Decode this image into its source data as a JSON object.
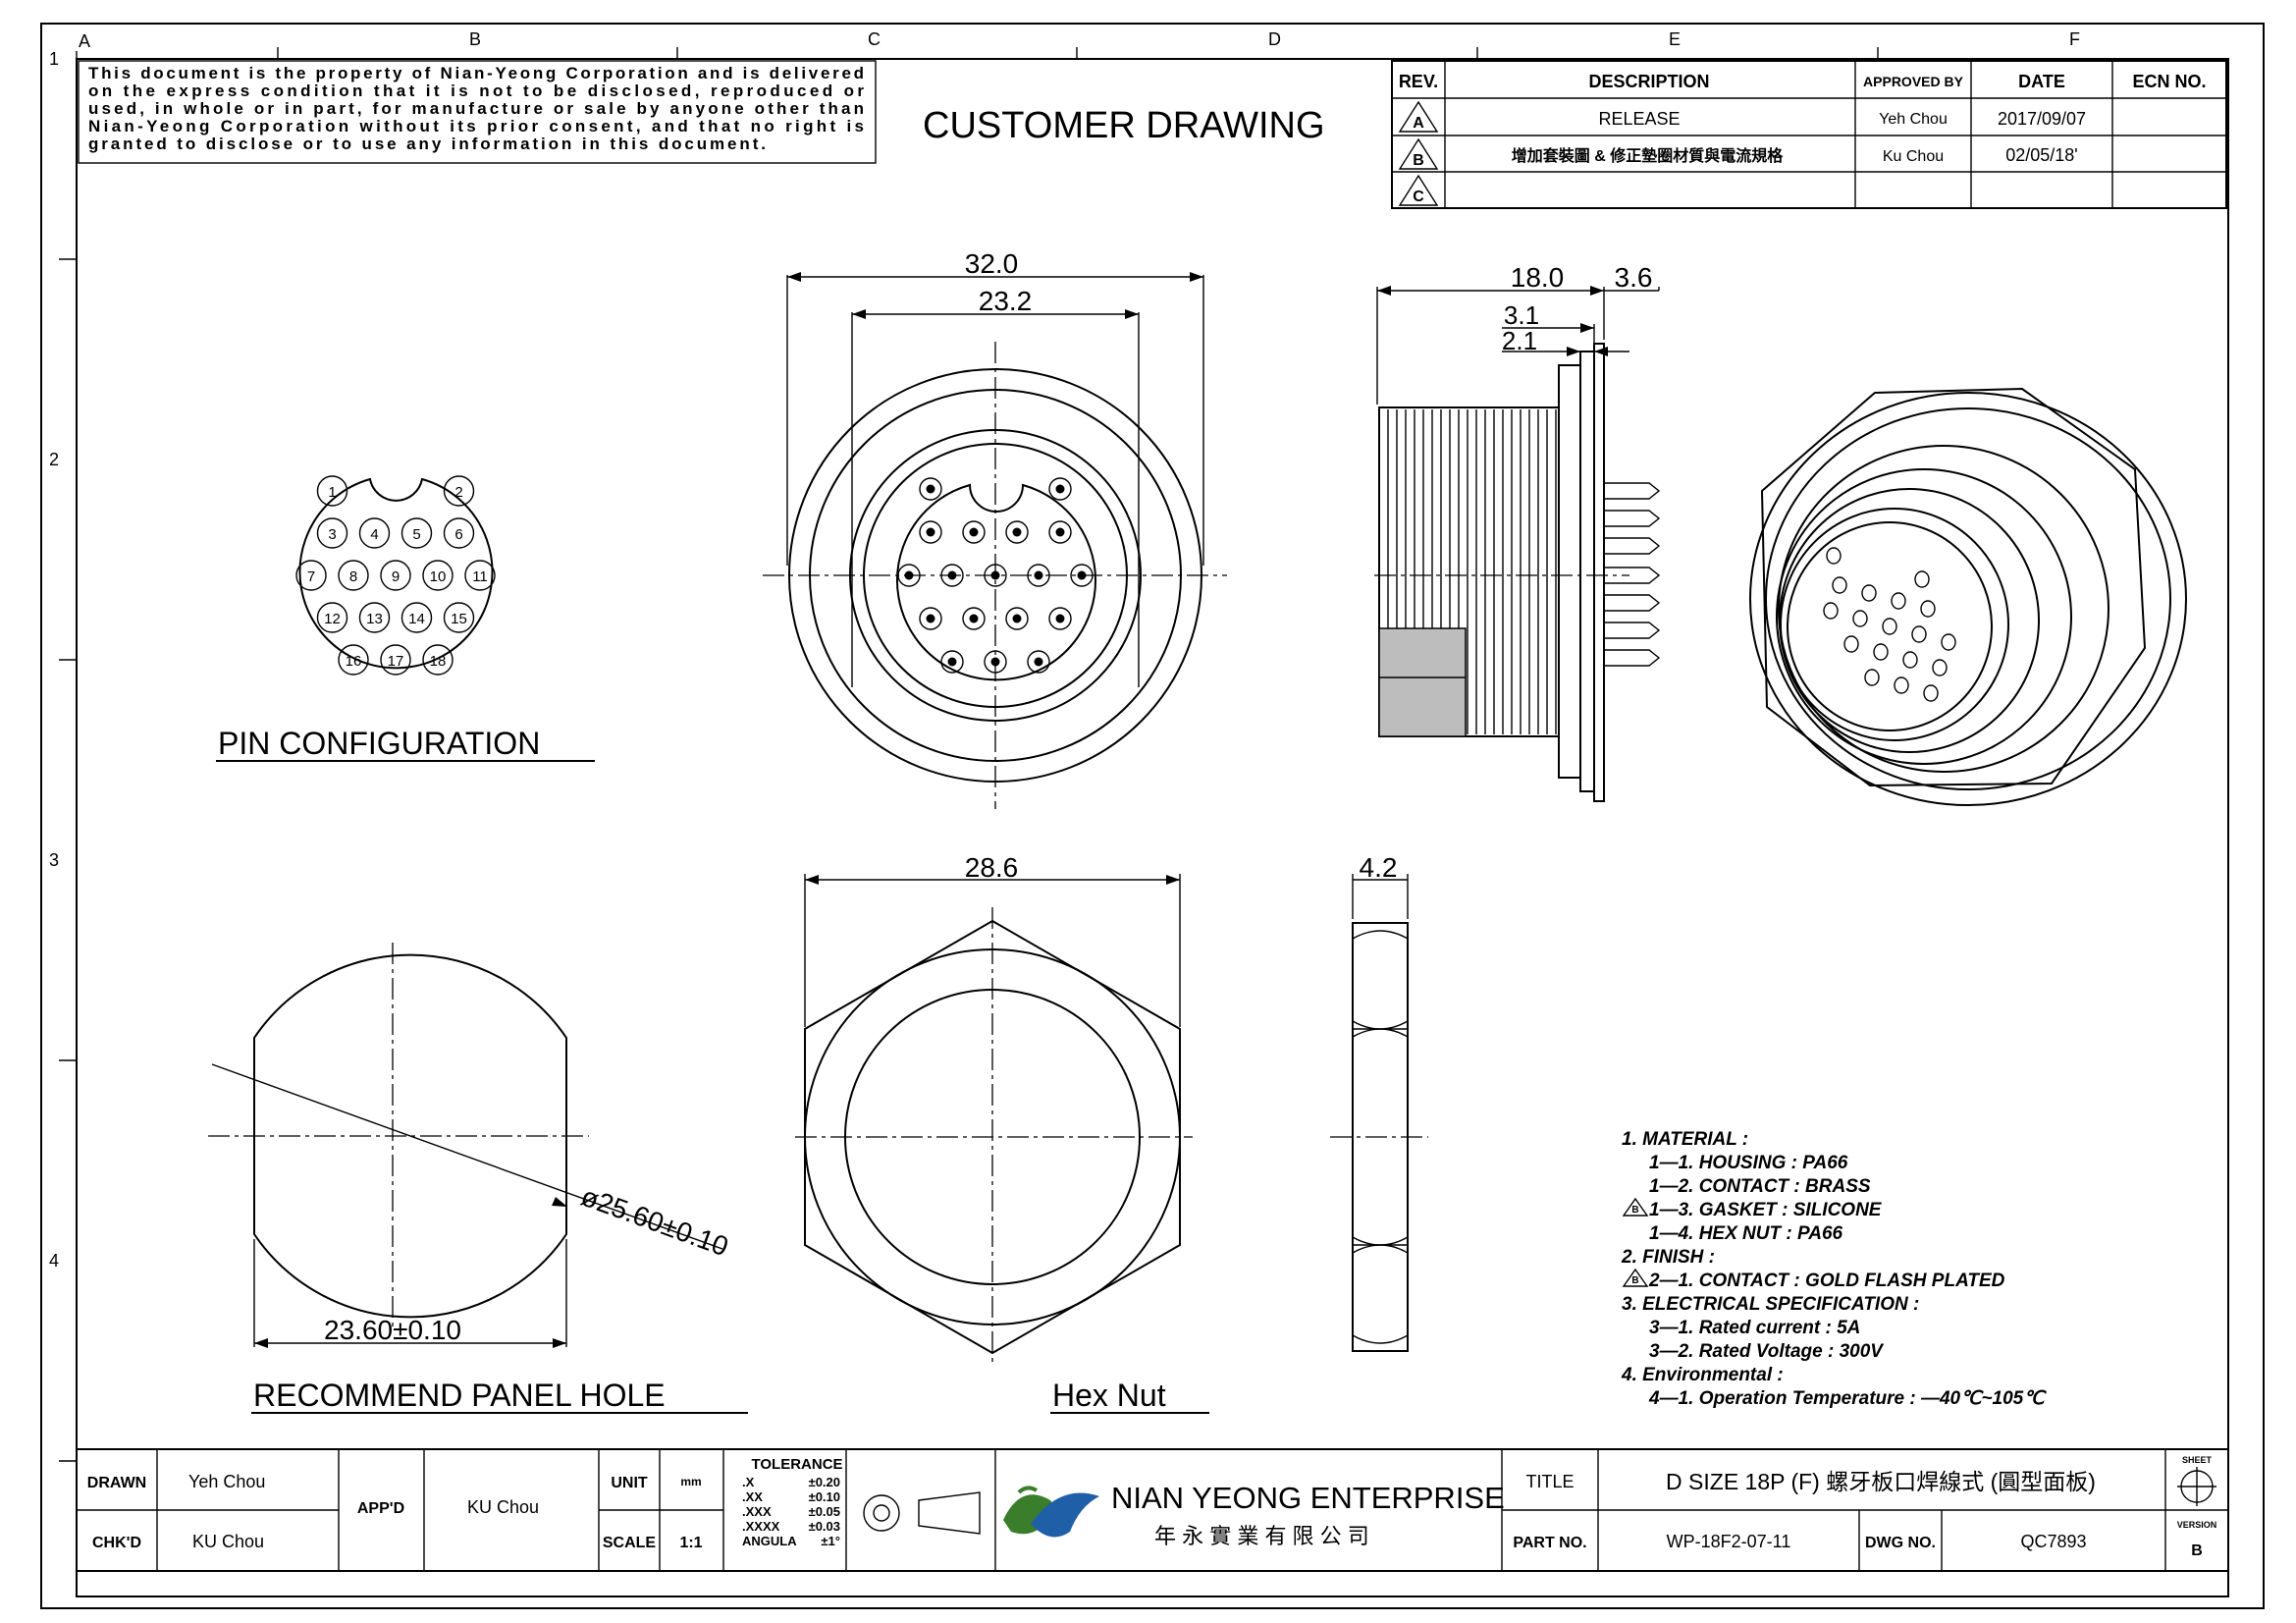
{
  "zones": {
    "columns": [
      "A",
      "B",
      "C",
      "D",
      "E",
      "F"
    ],
    "rows": [
      "1",
      "2",
      "3",
      "4"
    ]
  },
  "notice": {
    "lines": [
      "This document is the property of Nian-Yeong Corporation and is delivered",
      "on  the  express condition that it is not to be disclosed, reproduced or",
      "used, in whole or in part, for manufacture or sale by anyone other than",
      "Nian-Yeong Corporation without  its prior consent, and that  no right  is",
      "granted to disclose or to use any information in this  document."
    ]
  },
  "drawing_title": "CUSTOMER  DRAWING",
  "revision_table": {
    "headers": [
      "REV.",
      "DESCRIPTION",
      "APPROVED BY",
      "DATE",
      "ECN NO."
    ],
    "rows": [
      {
        "rev": "A",
        "description": "RELEASE",
        "approved": "Yeh Chou",
        "date": "2017/09/07",
        "ecn": ""
      },
      {
        "rev": "B",
        "description": "增加套裝圖  &  修正墊圈材質與電流規格",
        "approved": "Ku Chou",
        "date": "02/05/18'",
        "ecn": ""
      },
      {
        "rev": "C",
        "description": "",
        "approved": "",
        "date": "",
        "ecn": ""
      }
    ]
  },
  "views": {
    "pin_configuration": {
      "label": "PIN  CONFIGURATION",
      "pins": [
        "1",
        "2",
        "3",
        "4",
        "5",
        "6",
        "7",
        "8",
        "9",
        "10",
        "11",
        "12",
        "13",
        "14",
        "15",
        "16",
        "17",
        "18"
      ]
    },
    "front": {
      "dim_outer": "32.0",
      "dim_inner": "23.2"
    },
    "side": {
      "dim_length": "18.0",
      "dim_flange": "3.6",
      "dim_a": "3.1",
      "dim_b": "2.1"
    },
    "hex_nut": {
      "label": "Hex  Nut",
      "dim_width": "28.6"
    },
    "hex_side": {
      "dim_thickness": "4.2"
    },
    "panel_hole": {
      "label": "RECOMMEND  PANEL  HOLE",
      "dim_diameter": "ø25.60±0.10",
      "dim_width": "23.60±0.10"
    }
  },
  "notes": [
    {
      "text": "1.  MATERIAL  :",
      "indent": 0,
      "rev": ""
    },
    {
      "text": "1—1.  HOUSING  :  PA66",
      "indent": 1,
      "rev": ""
    },
    {
      "text": "1—2.  CONTACT  :  BRASS",
      "indent": 1,
      "rev": ""
    },
    {
      "text": "1—3.  GASKET  :  SILICONE",
      "indent": 1,
      "rev": "B"
    },
    {
      "text": "1—4.  HEX  NUT  :  PA66",
      "indent": 1,
      "rev": ""
    },
    {
      "text": "2.  FINISH  :",
      "indent": 0,
      "rev": ""
    },
    {
      "text": "2—1.  CONTACT  :  GOLD  FLASH  PLATED",
      "indent": 1,
      "rev": "B"
    },
    {
      "text": "3.  ELECTRICAL  SPECIFICATION  :",
      "indent": 0,
      "rev": ""
    },
    {
      "text": "3—1.  Rated  current  :  5A",
      "indent": 1,
      "rev": ""
    },
    {
      "text": "3—2.  Rated  Voltage  :  300V",
      "indent": 1,
      "rev": ""
    },
    {
      "text": "4.  Environmental  :",
      "indent": 0,
      "rev": ""
    },
    {
      "text": "4—1.  Operation  Temperature  :  —40℃~105℃",
      "indent": 1,
      "rev": ""
    }
  ],
  "title_block": {
    "drawn_label": "DRAWN",
    "drawn_value": "Yeh Chou",
    "chkd_label": "CHK'D",
    "chkd_value": "KU Chou",
    "appd_label": "APP'D",
    "appd_value": "KU Chou",
    "unit_label": "UNIT",
    "unit_value": "mm",
    "scale_label": "SCALE",
    "scale_value": "1:1",
    "tolerance_label": "TOLERANCE",
    "tolerances": [
      {
        "k": ".X",
        "v": "±0.20"
      },
      {
        "k": ".XX",
        "v": "±0.10"
      },
      {
        "k": ".XXX",
        "v": "±0.05"
      },
      {
        "k": ".XXXX",
        "v": "±0.03"
      },
      {
        "k": "ANGULA",
        "v": "±1°"
      }
    ],
    "company_en": "NIAN YEONG ENTERPRISE",
    "company_zh": "年 永 實 業 有 限 公 司",
    "title_label": "TITLE",
    "title_value": "D  SIZE  18P  (F)  螺牙板口焊線式  (圓型面板)",
    "part_label": "PART NO.",
    "part_value": "WP-18F2-07-11",
    "dwg_label": "DWG NO.",
    "dwg_value": "QC7893",
    "sheet_label": "SHEET",
    "version_label": "VERSION",
    "version_value": "B"
  }
}
